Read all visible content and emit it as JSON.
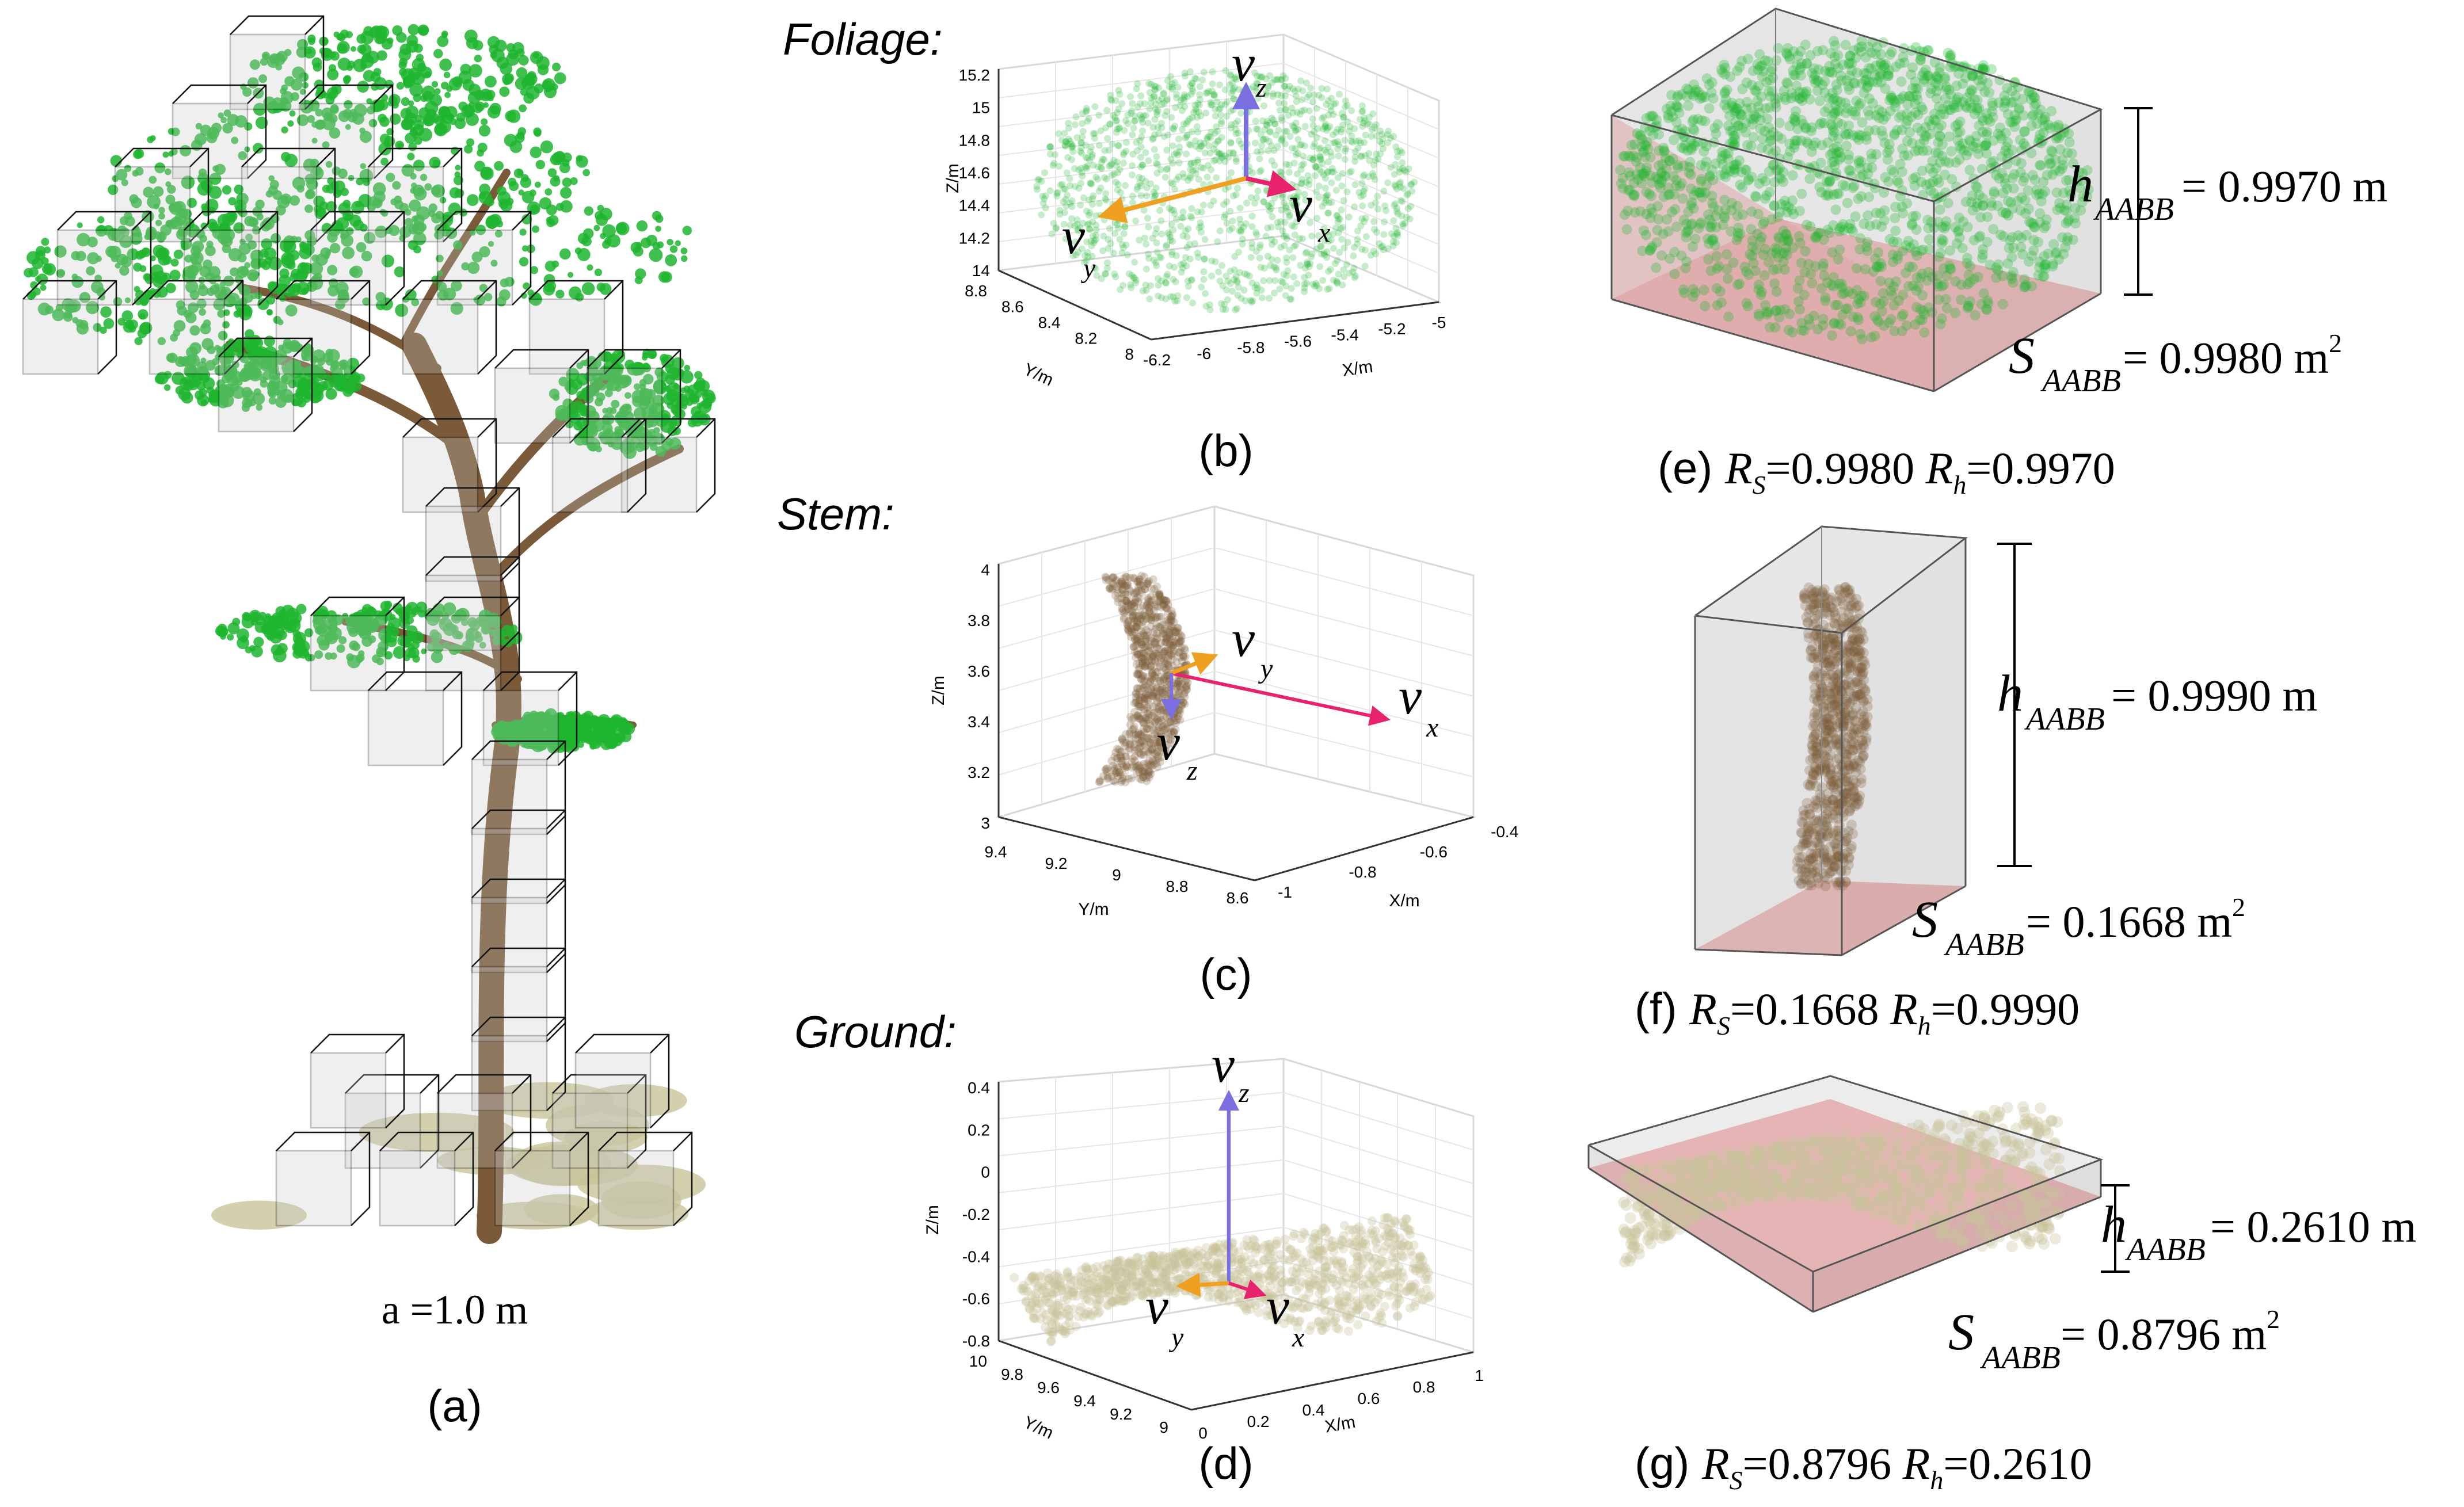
{
  "panels": {
    "a": {
      "caption": "(a)",
      "scale_label": "a =1.0 m"
    },
    "b": {
      "caption": "(b)",
      "section_title": "Foliage:",
      "z_axis": {
        "label": "Z/m",
        "ticks": [
          "15.2",
          "15",
          "14.8",
          "14.6",
          "14.4",
          "14.2",
          "14"
        ]
      },
      "y_axis": {
        "label": "Y/m",
        "ticks": [
          "8.8",
          "8.6",
          "8.4",
          "8.2",
          "8"
        ]
      },
      "x_axis": {
        "label": "X/m",
        "ticks": [
          "-6.2",
          "-6",
          "-5.8",
          "-5.6",
          "-5.4",
          "-5.2",
          "-5"
        ]
      },
      "vectors": {
        "v": "v",
        "x": "x",
        "y": "y",
        "z": "z"
      }
    },
    "c": {
      "caption": "(c)",
      "section_title": "Stem:",
      "z_axis": {
        "label": "Z/m",
        "ticks": [
          "4",
          "3.8",
          "3.6",
          "3.4",
          "3.2",
          "3"
        ]
      },
      "y_axis": {
        "label": "Y/m",
        "ticks": [
          "9.4",
          "9.2",
          "9",
          "8.8",
          "8.6"
        ]
      },
      "x_axis": {
        "label": "X/m",
        "ticks": [
          "-1",
          "-0.8",
          "-0.6",
          "-0.4"
        ]
      },
      "vectors": {
        "v": "v",
        "x": "x",
        "y": "y",
        "z": "z"
      }
    },
    "d": {
      "caption": "(d)",
      "section_title": "Ground:",
      "z_axis": {
        "label": "Z/m",
        "ticks": [
          "0.4",
          "0.2",
          "0",
          "-0.2",
          "-0.4",
          "-0.6",
          "-0.8"
        ]
      },
      "y_axis": {
        "label": "Y/m",
        "ticks": [
          "10",
          "9.8",
          "9.6",
          "9.4",
          "9.2",
          "9"
        ]
      },
      "x_axis": {
        "label": "X/m",
        "ticks": [
          "0",
          "0.2",
          "0.4",
          "0.6",
          "0.8",
          "1"
        ]
      },
      "vectors": {
        "v": "v",
        "x": "x",
        "y": "y",
        "z": "z"
      }
    },
    "e": {
      "caption_prefix": "(e) ",
      "h_value": "= 0.9970 m",
      "s_value": "= 0.9980 m",
      "rs_value": "=0.9980 ",
      "rh_value": "=0.9970"
    },
    "f": {
      "caption_prefix": "(f) ",
      "h_value": "= 0.9990 m",
      "s_value": "= 0.1668 m",
      "rs_value": "=0.1668 ",
      "rh_value": "=0.9990"
    },
    "g": {
      "caption_prefix": "(g) ",
      "h_value": "= 0.2610 m",
      "s_value": "= 0.8796 m",
      "rs_value": "=0.8796 ",
      "rh_value": "=0.2610"
    }
  },
  "symbols": {
    "h": "h",
    "S": "S",
    "R": "R",
    "sub_aabb": "AABB",
    "sub_s": "S",
    "sub_h": "h",
    "sup_2": "2"
  },
  "colors": {
    "foliage": "#1fb52f",
    "stem": "#7a5a38",
    "ground": "#c8c49a",
    "vx": "#e8236e",
    "vy": "#f0a020",
    "vz": "#7a6ee0",
    "aabb_bottom": "#f08a8a",
    "box_fill": "#c8c8c8"
  }
}
